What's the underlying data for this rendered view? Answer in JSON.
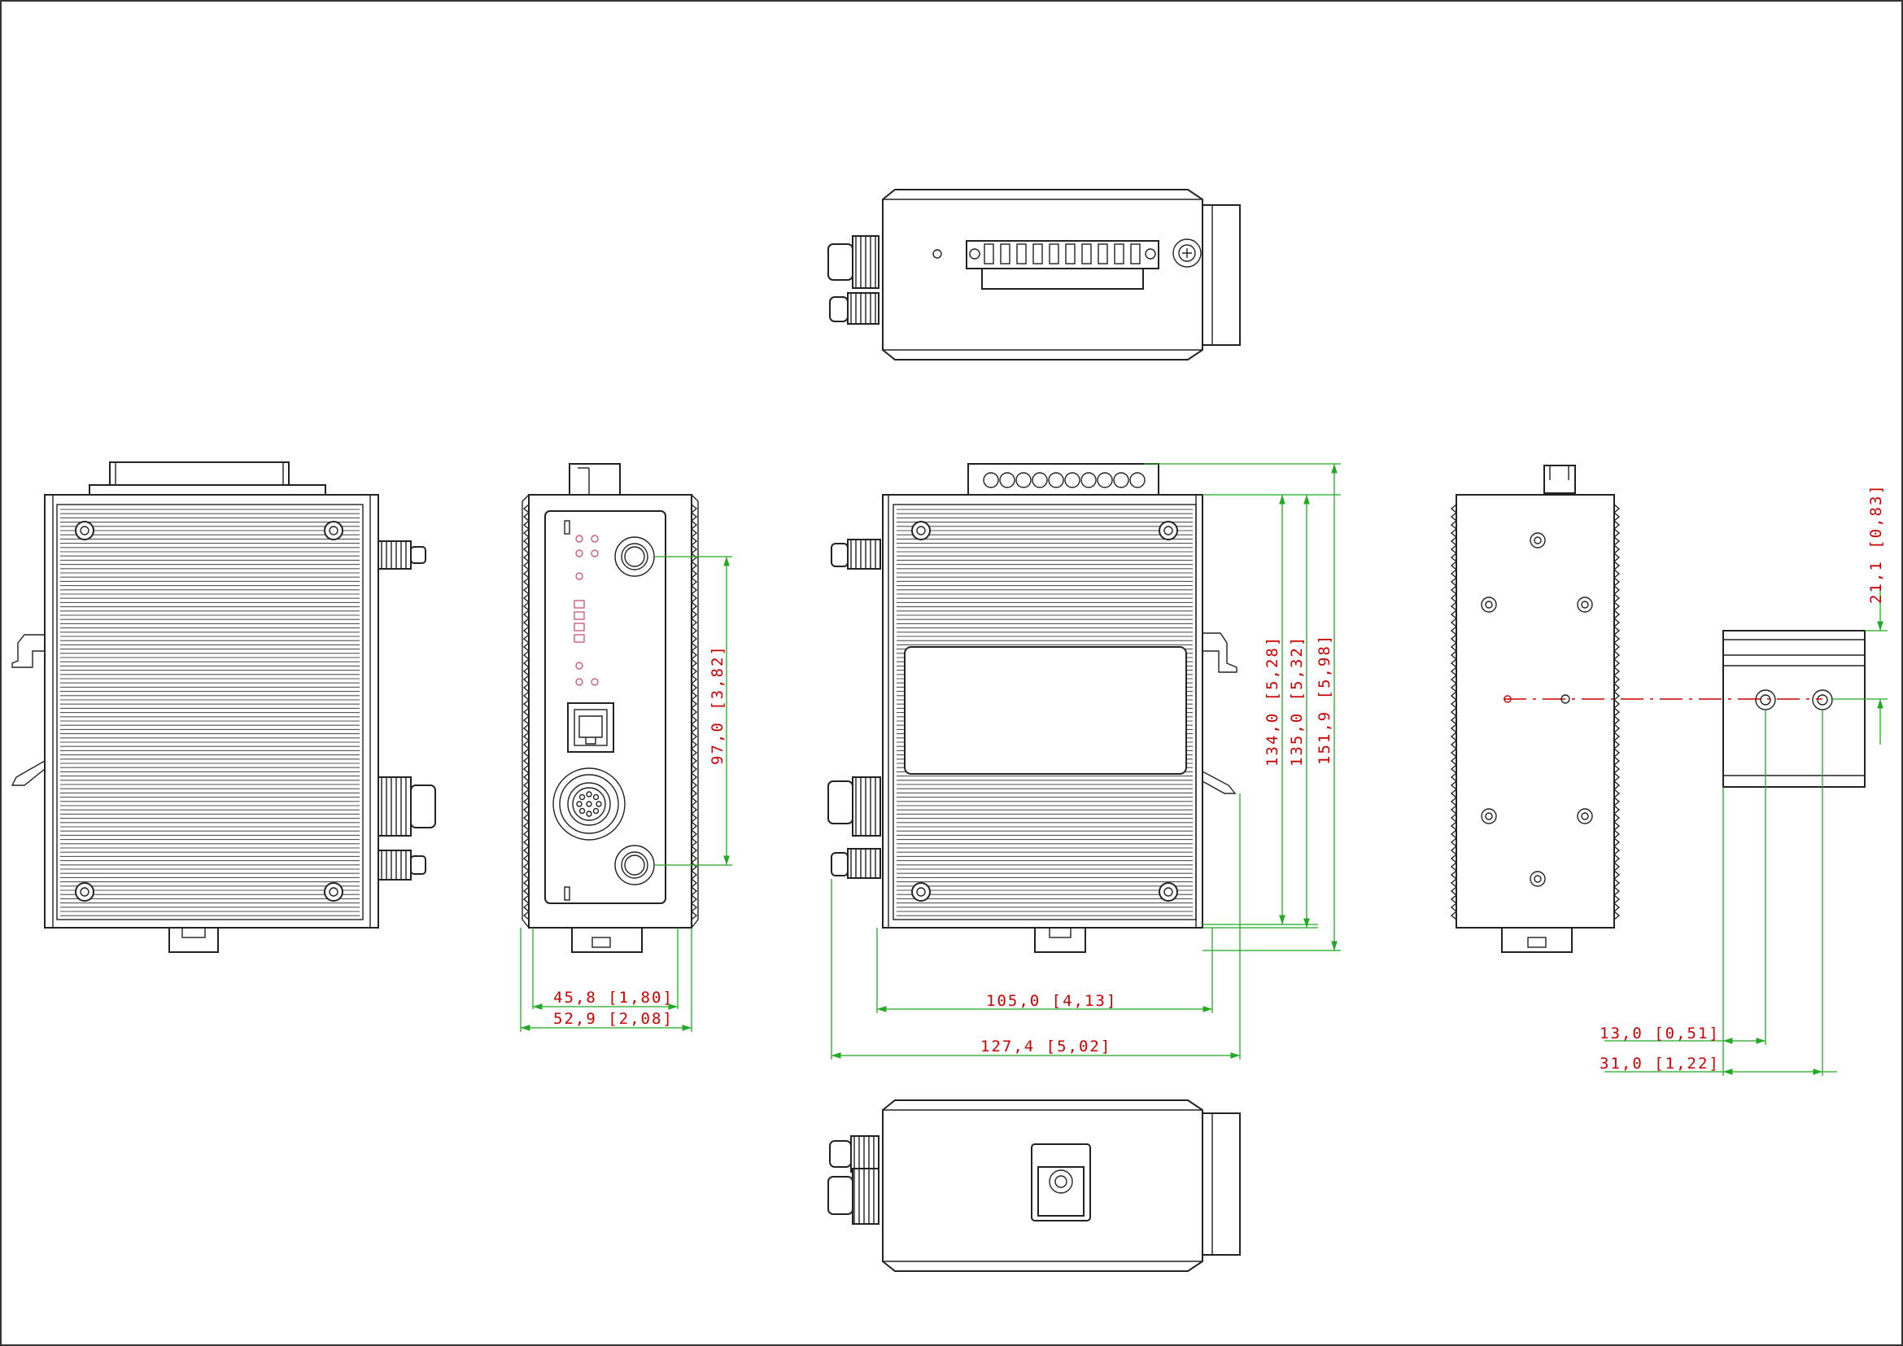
{
  "dimensions": {
    "d_45_8": "45,8 [1,80]",
    "d_52_9": "52,9 [2,08]",
    "d_105_0": "105,0 [4,13]",
    "d_127_4": "127,4 [5,02]",
    "d_97_0": "97,0 [3,82]",
    "d_134_0": "134,0 [5,28]",
    "d_135_0": "135,0 [5,32]",
    "d_151_9": "151,9 [5,98]",
    "d_21_1": "21,1 [0,83]",
    "d_13_0": "13,0 [0,51]",
    "d_31_0": "31,0 [1,22]"
  },
  "colors": {
    "dimension_text": "#cc0000",
    "dimension_lines": "#22aa22",
    "outline": "#222222",
    "centerline": "#cc0000"
  }
}
